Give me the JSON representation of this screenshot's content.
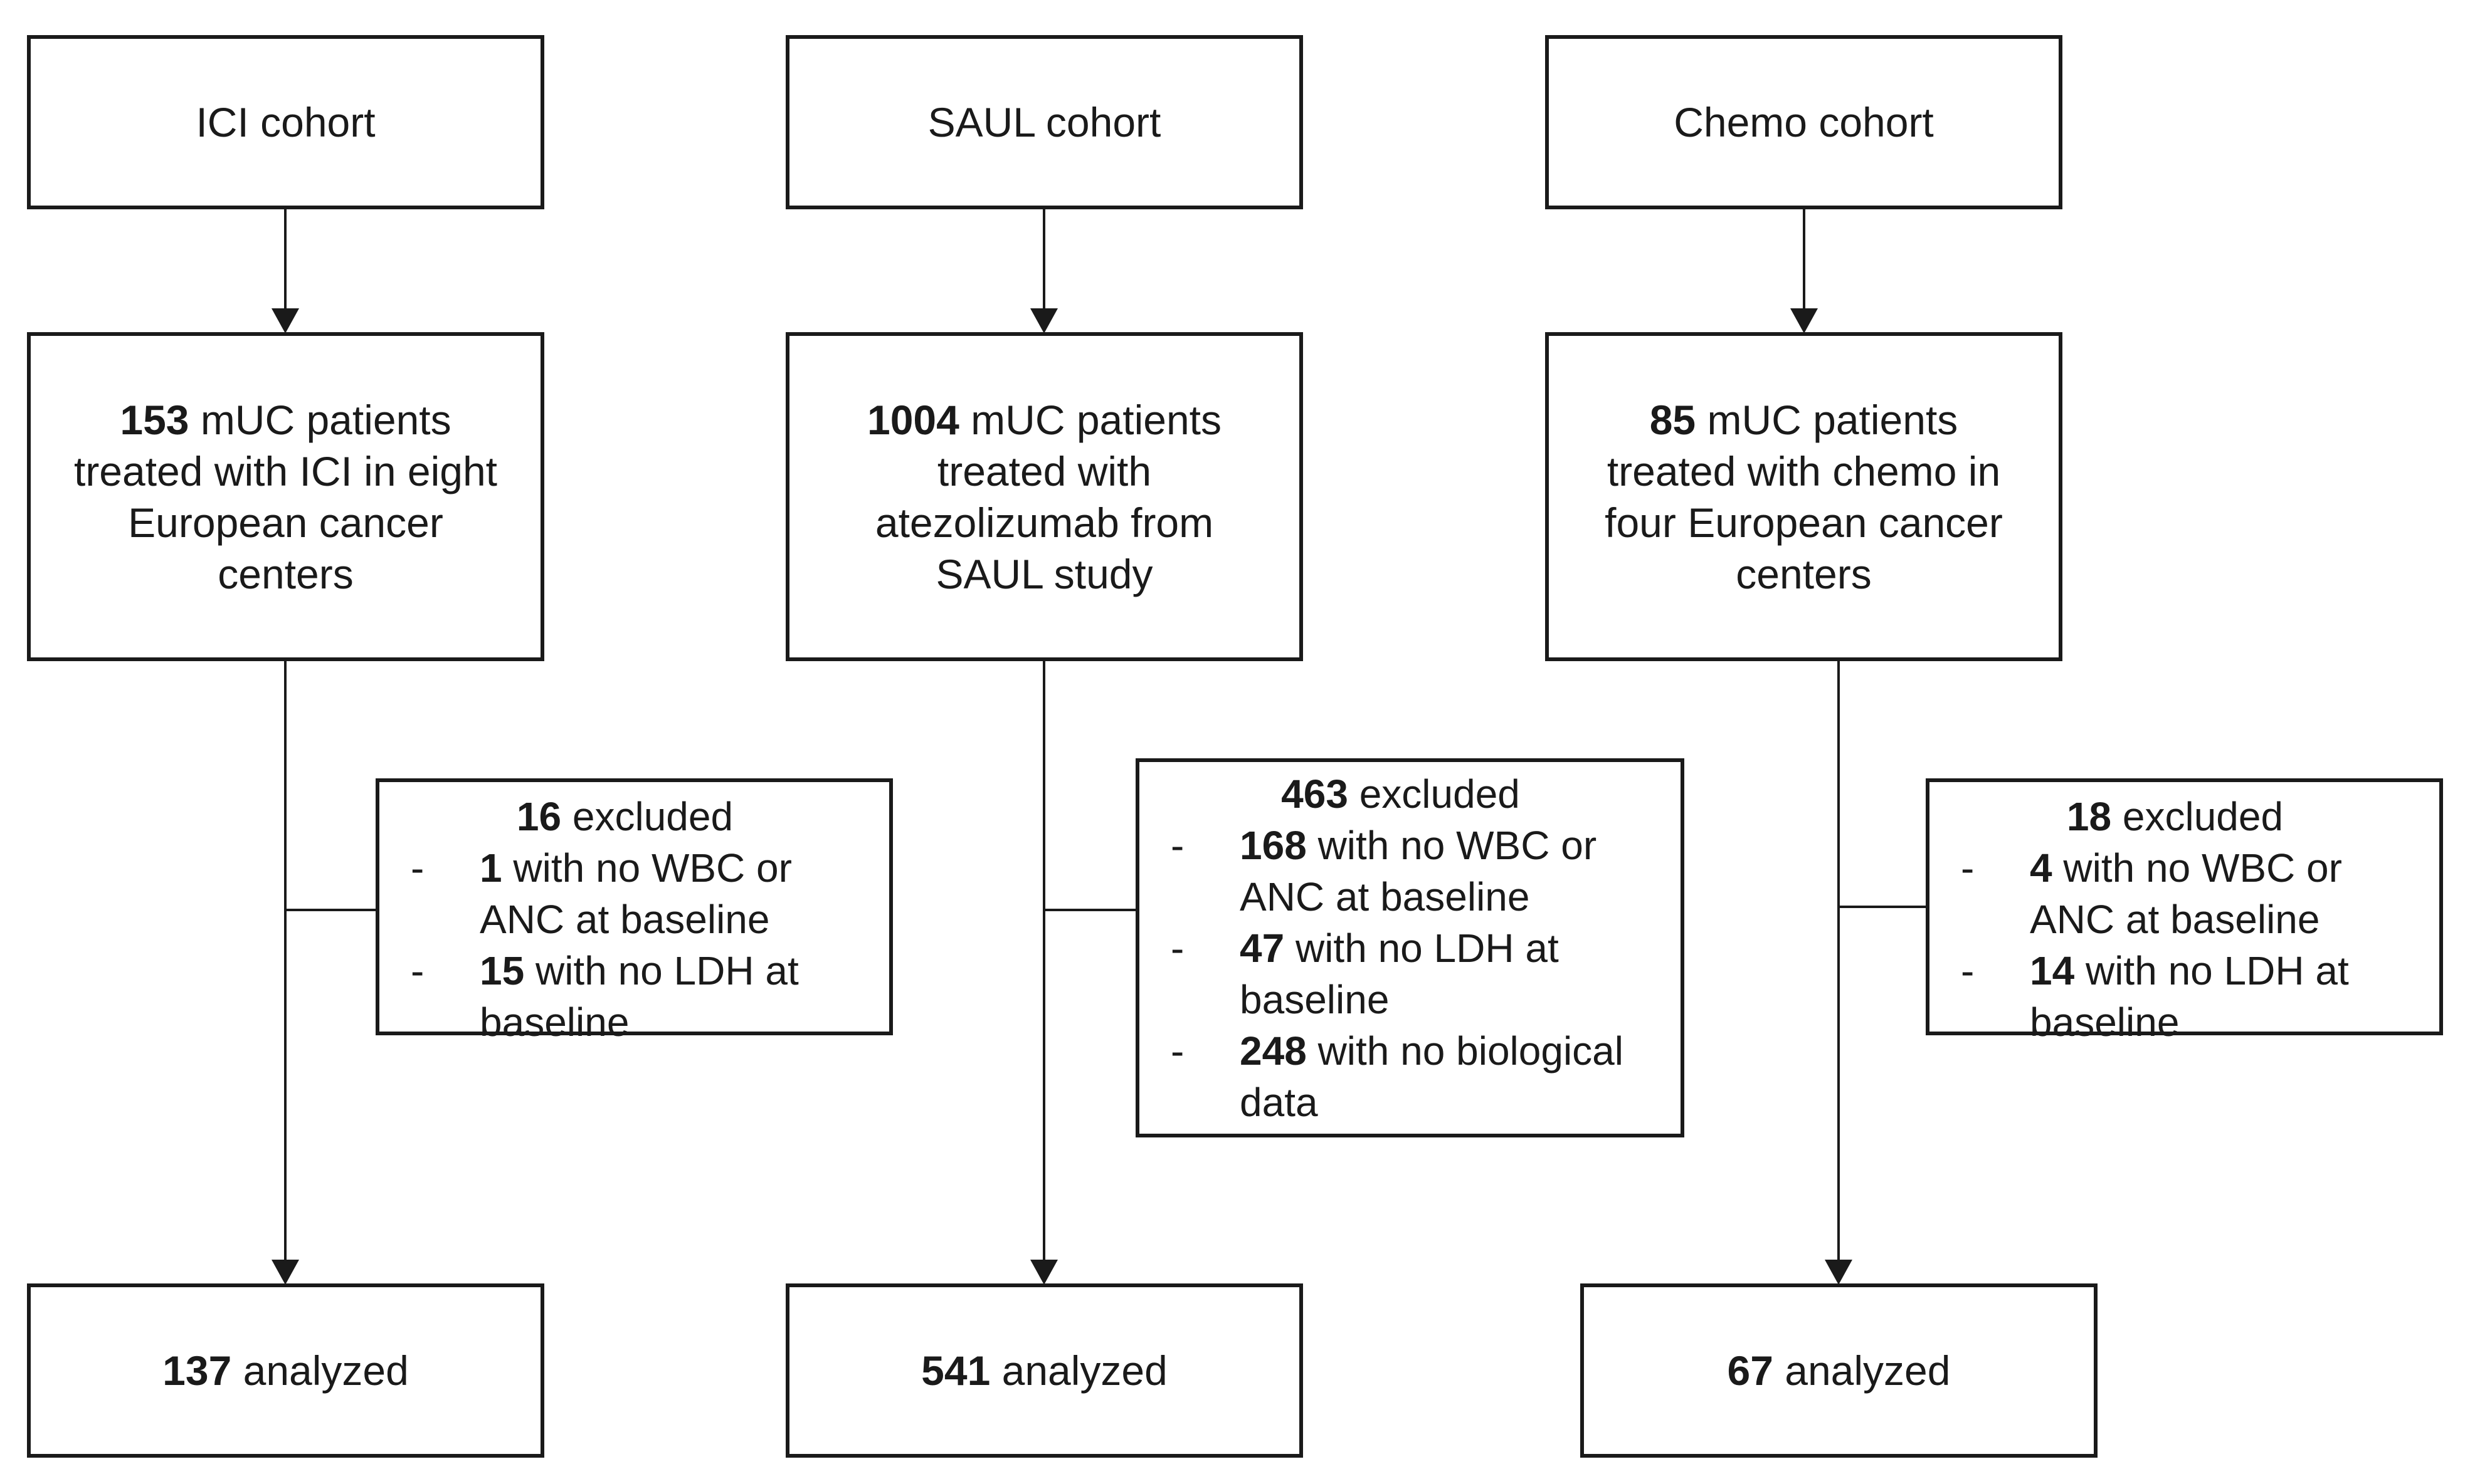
{
  "cohorts": [
    {
      "title": "ICI cohort",
      "patients": {
        "count": "153",
        "text": " mUC patients treated with ICI in eight European cancer centers"
      },
      "excluded": {
        "count": "16",
        "label": " excluded",
        "items": [
          {
            "count": "1",
            "text": " with no WBC or ANC at baseline"
          },
          {
            "count": "15",
            "text": " with no LDH at baseline"
          }
        ]
      },
      "analyzed": {
        "count": "137",
        "text": " analyzed"
      }
    },
    {
      "title": "SAUL cohort",
      "patients": {
        "count": "1004",
        "text": " mUC patients treated with atezolizumab from SAUL study"
      },
      "excluded": {
        "count": "463",
        "label": " excluded",
        "items": [
          {
            "count": "168",
            "text": " with no WBC or ANC at baseline"
          },
          {
            "count": "47",
            "text": " with no LDH at baseline"
          },
          {
            "count": "248",
            "text": " with no biological data"
          }
        ]
      },
      "analyzed": {
        "count": "541",
        "text": " analyzed"
      }
    },
    {
      "title": "Chemo cohort",
      "patients": {
        "count": "85",
        "text": " mUC patients treated with chemo in four European cancer centers"
      },
      "excluded": {
        "count": "18",
        "label": " excluded",
        "items": [
          {
            "count": "4",
            "text": " with no WBC or ANC at baseline"
          },
          {
            "count": "14",
            "text": " with no LDH at baseline"
          }
        ]
      },
      "analyzed": {
        "count": "67",
        "text": " analyzed"
      }
    }
  ],
  "bullet_symbol": "-"
}
